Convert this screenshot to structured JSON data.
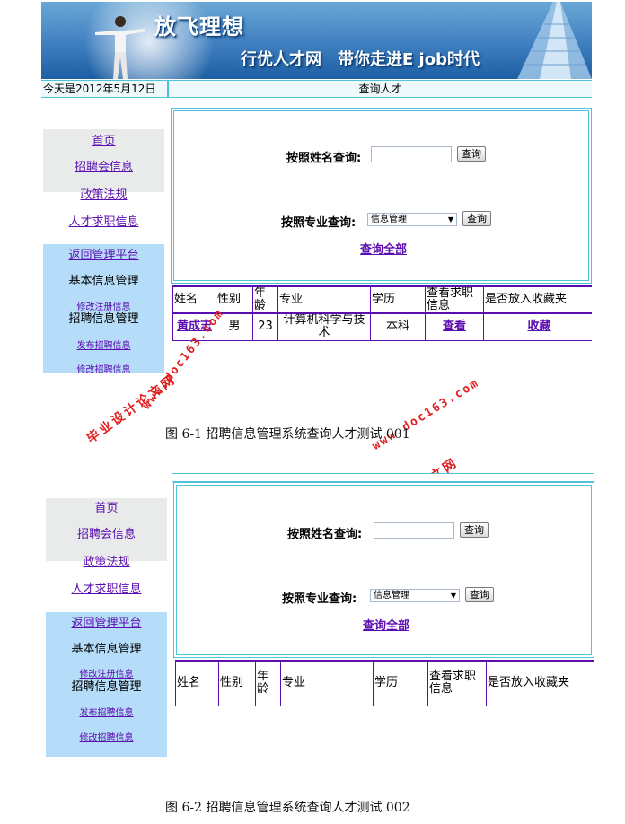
{
  "banner": {
    "title": "放飞理想",
    "slogan": "行优人才网　带你走进E job时代"
  },
  "infobar": {
    "date": "今天是2012年5月12日",
    "page_title": "查询人才"
  },
  "sidebar": {
    "top_links": [
      "首页",
      "招聘会信息",
      "政策法规",
      "人才求职信息"
    ],
    "admin_link": "返回管理平台",
    "section1": "基本信息管理",
    "link_modify_reg": "修改注册信息",
    "section2": "招聘信息管理",
    "link_publish": "发布招聘信息",
    "link_modify_job": "修改招聘信息"
  },
  "query": {
    "name_label": "按照姓名查询:",
    "major_label": "按照专业查询:",
    "button": "查询",
    "major_selected": "信息管理",
    "all_link": "查询全部"
  },
  "results": {
    "headers": [
      "姓名",
      "性别",
      "年龄",
      "专业",
      "学历",
      "查看求职信息",
      "是否放入收藏夹"
    ],
    "rows": [
      {
        "name": "黄成志",
        "gender": "男",
        "age": "23",
        "major": "计算机科学与技术",
        "education": "本科",
        "view": "查看",
        "favorite": "收藏"
      }
    ]
  },
  "watermark": {
    "cn": "毕业设计论文网",
    "url": "www.doc163.com"
  },
  "captions": {
    "fig1": "图 6-1  招聘信息管理系统查询人才测试 001",
    "fig2": "图 6-2  招聘信息管理系统查询人才测试 002"
  },
  "colors": {
    "accent_link": "#5b0db0",
    "frame": "#4fc3d8",
    "sidebar_gray": "#e8ebea",
    "sidebar_blue": "#b5dcf8",
    "watermark": "#e02020"
  }
}
